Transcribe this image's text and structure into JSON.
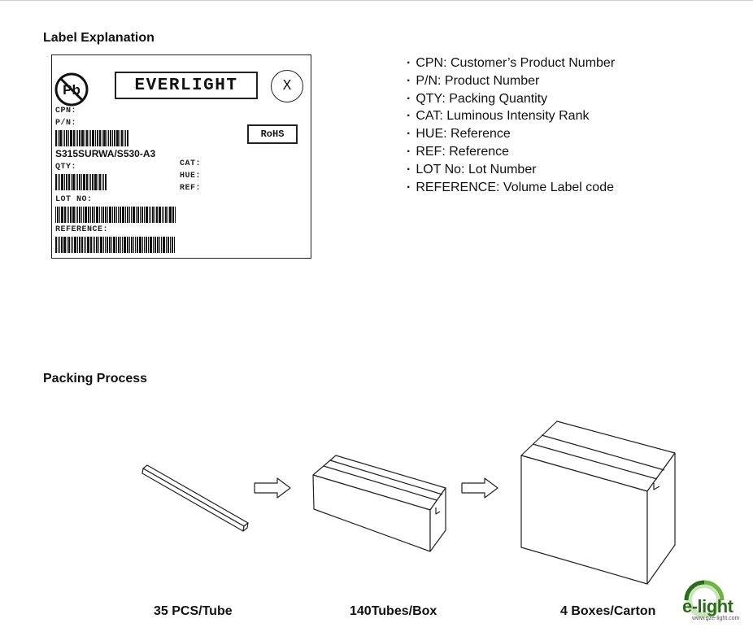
{
  "label_explanation": {
    "title": "Label Explanation",
    "sample_label": {
      "brand": "EVERLIGHT",
      "mark_letter": "X",
      "pb_mark": "Pb",
      "rohs": "RoHS",
      "fields": {
        "cpn": "CPN:",
        "pn": "P/N:",
        "pn_value": "S315SURWA/S530-A3",
        "qty": "QTY:",
        "cat": "CAT:",
        "hue": "HUE:",
        "ref": "REF:",
        "lot": "LOT NO:",
        "reference": "REFERENCE:"
      }
    },
    "legend": [
      "CPN: Customer’s Product Number",
      "P/N: Product Number",
      "QTY: Packing Quantity",
      "CAT: Luminous Intensity Rank",
      "HUE: Reference",
      "REF: Reference",
      "LOT No: Lot Number",
      "REFERENCE: Volume Label code"
    ]
  },
  "packing_process": {
    "title": "Packing Process",
    "steps": [
      "35 PCS/Tube",
      "140Tubes/Box",
      "4 Boxes/Carton"
    ]
  },
  "logo": {
    "text": "e-light",
    "url": "www.gze-light.com",
    "color": "#2c6a1d",
    "accent": "#6cb33f"
  }
}
